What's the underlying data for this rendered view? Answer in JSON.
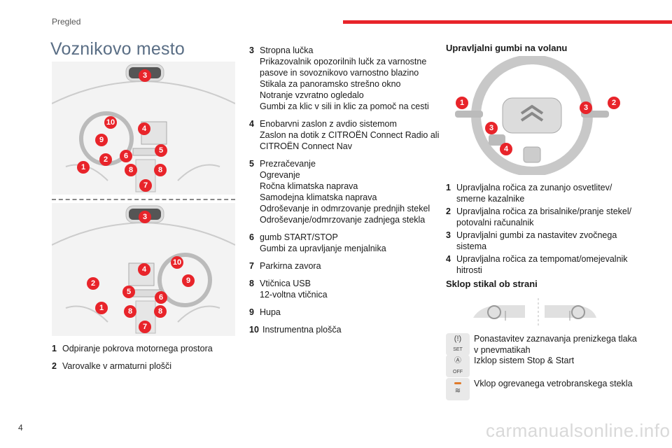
{
  "header": {
    "section": "Pregled"
  },
  "page_title": "Voznikovo mesto",
  "markers_top": [
    "3",
    "4",
    "10",
    "9",
    "6",
    "5",
    "2",
    "1",
    "8",
    "8",
    "7"
  ],
  "markers_bottom": [
    "3",
    "10",
    "4",
    "9",
    "2",
    "5",
    "6",
    "1",
    "8",
    "8",
    "7"
  ],
  "left_items": [
    {
      "num": "1",
      "lines": [
        "Odpiranje pokrova motornega prostora"
      ]
    },
    {
      "num": "2",
      "lines": [
        "Varovalke v armaturni plošči"
      ]
    }
  ],
  "middle_items": [
    {
      "num": "3",
      "lines": [
        "Stropna lučka",
        "Prikazovalnik opozorilnih lučk za varnostne",
        "pasove in sovoznikovo varnostno blazino",
        "Stikala za panoramsko strešno okno",
        "Notranje vzvratno ogledalo",
        "Gumbi za klic v sili in klic za pomoč na cesti"
      ]
    },
    {
      "num": "4",
      "lines": [
        "Enobarvni zaslon z avdio sistemom",
        "Zaslon na dotik z CITROËN Connect Radio ali",
        "CITROËN Connect Nav"
      ]
    },
    {
      "num": "5",
      "lines": [
        "Prezračevanje",
        "Ogrevanje",
        "Ročna klimatska naprava",
        "Samodejna klimatska naprava",
        "Odroševanje in odmrzovanje prednjih stekel",
        "Odroševanje/odmrzovanje zadnjega stekla"
      ]
    },
    {
      "num": "6",
      "lines": [
        "gumb START/STOP",
        "Gumbi za upravljanje menjalnika"
      ]
    },
    {
      "num": "7",
      "lines": [
        "Parkirna zavora"
      ]
    },
    {
      "num": "8",
      "lines": [
        "Vtičnica USB",
        "12-voltna vtičnica"
      ]
    },
    {
      "num": "9",
      "lines": [
        "Hupa"
      ]
    },
    {
      "num": "10",
      "lines": [
        "Instrumentna plošča"
      ]
    }
  ],
  "wheel_section": {
    "title": "Upravljalni gumbi na volanu",
    "markers": [
      "1",
      "3",
      "3",
      "2",
      "4"
    ],
    "items": [
      {
        "num": "1",
        "lines": [
          "Upravljalna ročica za zunanjo osvetlitev/",
          "smerne kazalnike"
        ]
      },
      {
        "num": "2",
        "lines": [
          "Upravljalna ročica za brisalnike/pranje stekel/",
          "potovalni računalnik"
        ]
      },
      {
        "num": "3",
        "lines": [
          "Upravljalni gumbi za nastavitev zvočnega",
          "sistema"
        ]
      },
      {
        "num": "4",
        "lines": [
          "Upravljalna ročica za tempomat/omejevalnik",
          "hitrosti"
        ]
      }
    ]
  },
  "switch_section": {
    "title": "Sklop stikal ob strani",
    "buttons": [
      {
        "icon": "tire-pressure-reset-icon",
        "badge": "SET",
        "text_lines": [
          "Ponastavitev zaznavanja prenizkega tlaka",
          "v pnevmatikah"
        ]
      },
      {
        "icon": "stop-start-off-icon",
        "badge": "OFF",
        "text_lines": [
          "Izklop sistem Stop & Start"
        ]
      },
      {
        "icon": "heated-windscreen-icon",
        "badge": "",
        "text_lines": [
          "Vklop ogrevanega vetrobranskega stekla"
        ]
      }
    ]
  },
  "page_number": "4",
  "watermark": "carmanualsonline.info",
  "colors": {
    "accent_red": "#e8242a",
    "title_blue": "#5a6e85",
    "led_orange": "#e07a2a"
  }
}
